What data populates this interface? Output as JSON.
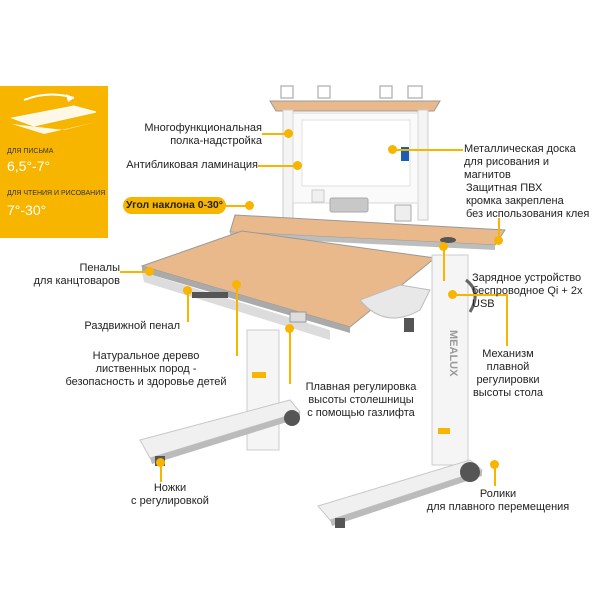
{
  "tilt_panel": {
    "writing_label": "ДЛЯ ПИСЬМА",
    "writing_angle": "6,5°-7°",
    "reading_label": "ДЛЯ ЧТЕНИЯ И РИСОВАНИЯ",
    "reading_angle": "7°-30°"
  },
  "angle_pill": "Угол наклона 0-30°",
  "callouts": {
    "shelf": "Многофункциональная\nполка-надстройка",
    "lamination": "Антибликовая ламинация",
    "board": "Металлическая доска\nдля рисования и магнитов",
    "pvc": "Защитная ПВХ\nкромка закреплена\nбез использования клея",
    "charger": "Зарядное устройство\nбеспроводное Qi + 2x USB",
    "pencil_cases": "Пеналы\nдля канцтоваров",
    "sliding_case": "Раздвижной пенал",
    "wood": "Натуральное дерево\nлиственных пород -\nбезопасность и здоровье детей",
    "gaslift": "Плавная регулировка\nвысоты столешницы\nс помощью газлифта",
    "mechanism": "Механизм\nплавной\nрегулировки\nвысоты стола",
    "legs": "Ножки\nс регулировкой",
    "rollers": "Ролики\nдля плавного перемещения"
  },
  "brand": "MEALUX",
  "colors": {
    "accent": "#f7b500",
    "wood": "#e9b98b",
    "frame": "#f2f2f2",
    "grey": "#9a9a9a"
  }
}
